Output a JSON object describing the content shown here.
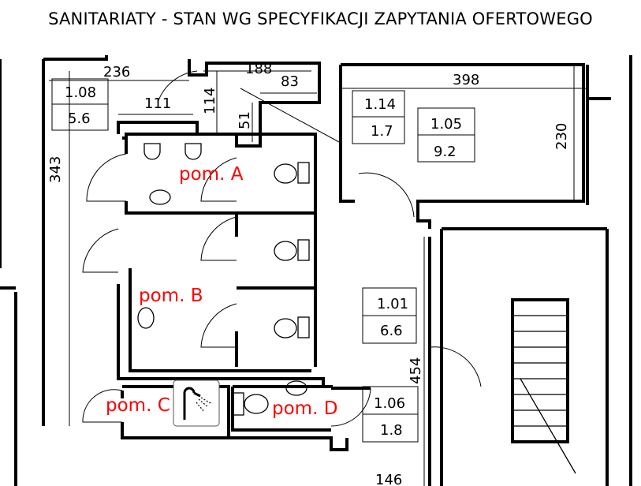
{
  "title": "SANITARIATY - STAN WG SPECYFIKACJI ZAPYTANIA OFERTOWEGO",
  "dimensions": {
    "d236": "236",
    "d188": "188",
    "d83": "83",
    "d111": "111",
    "d114": "114",
    "d51": "51",
    "d343": "343",
    "d398": "398",
    "d230": "230",
    "d454": "454",
    "d146": "146"
  },
  "rooms": [
    {
      "number": "1.08",
      "area": "5.6"
    },
    {
      "number": "1.14",
      "area": "1.7"
    },
    {
      "number": "1.05",
      "area": "9.2"
    },
    {
      "number": "1.01",
      "area": "6.6"
    },
    {
      "number": "1.06",
      "area": "1.8"
    }
  ],
  "labels": {
    "a": "pom. A",
    "b": "pom. B",
    "c": "pom. C",
    "d": "pom. D"
  },
  "colors": {
    "label": "#ff0000",
    "wall": "#000000"
  }
}
